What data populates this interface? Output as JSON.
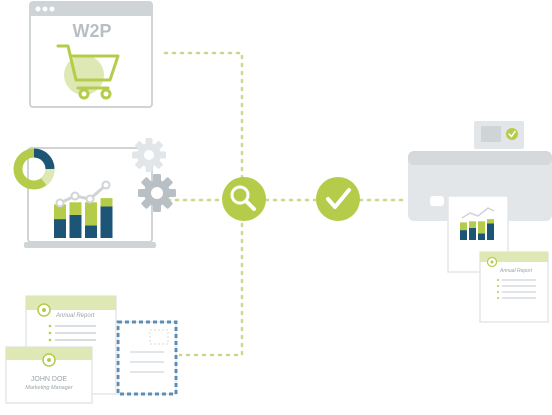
{
  "w2p_window": {
    "title": "W2P",
    "icon": "shopping-cart-icon"
  },
  "analytics_screen": {
    "icons": [
      "donut-chart-icon",
      "bar-chart-icon",
      "gear-icon"
    ],
    "bar_values": [
      {
        "green": 0.35,
        "blue": 0.45
      },
      {
        "green": 0.3,
        "blue": 0.55
      },
      {
        "green": 0.55,
        "blue": 0.3
      },
      {
        "green": 0.2,
        "blue": 0.75
      }
    ]
  },
  "hub": {
    "search_icon": "magnifier-icon",
    "check_icon": "checkmark-icon"
  },
  "documents": {
    "report_title": "Annual Report",
    "card_name": "JOHN DOE",
    "card_role": "Marketing Manager"
  },
  "printer_output": {
    "report_title": "Annual Report"
  },
  "colors": {
    "accent_green": "#b5cc4a",
    "light_green": "#dde8b4",
    "navy": "#1d5576",
    "gray": "#cfd4d7",
    "dark_gray": "#9aa3a8"
  }
}
